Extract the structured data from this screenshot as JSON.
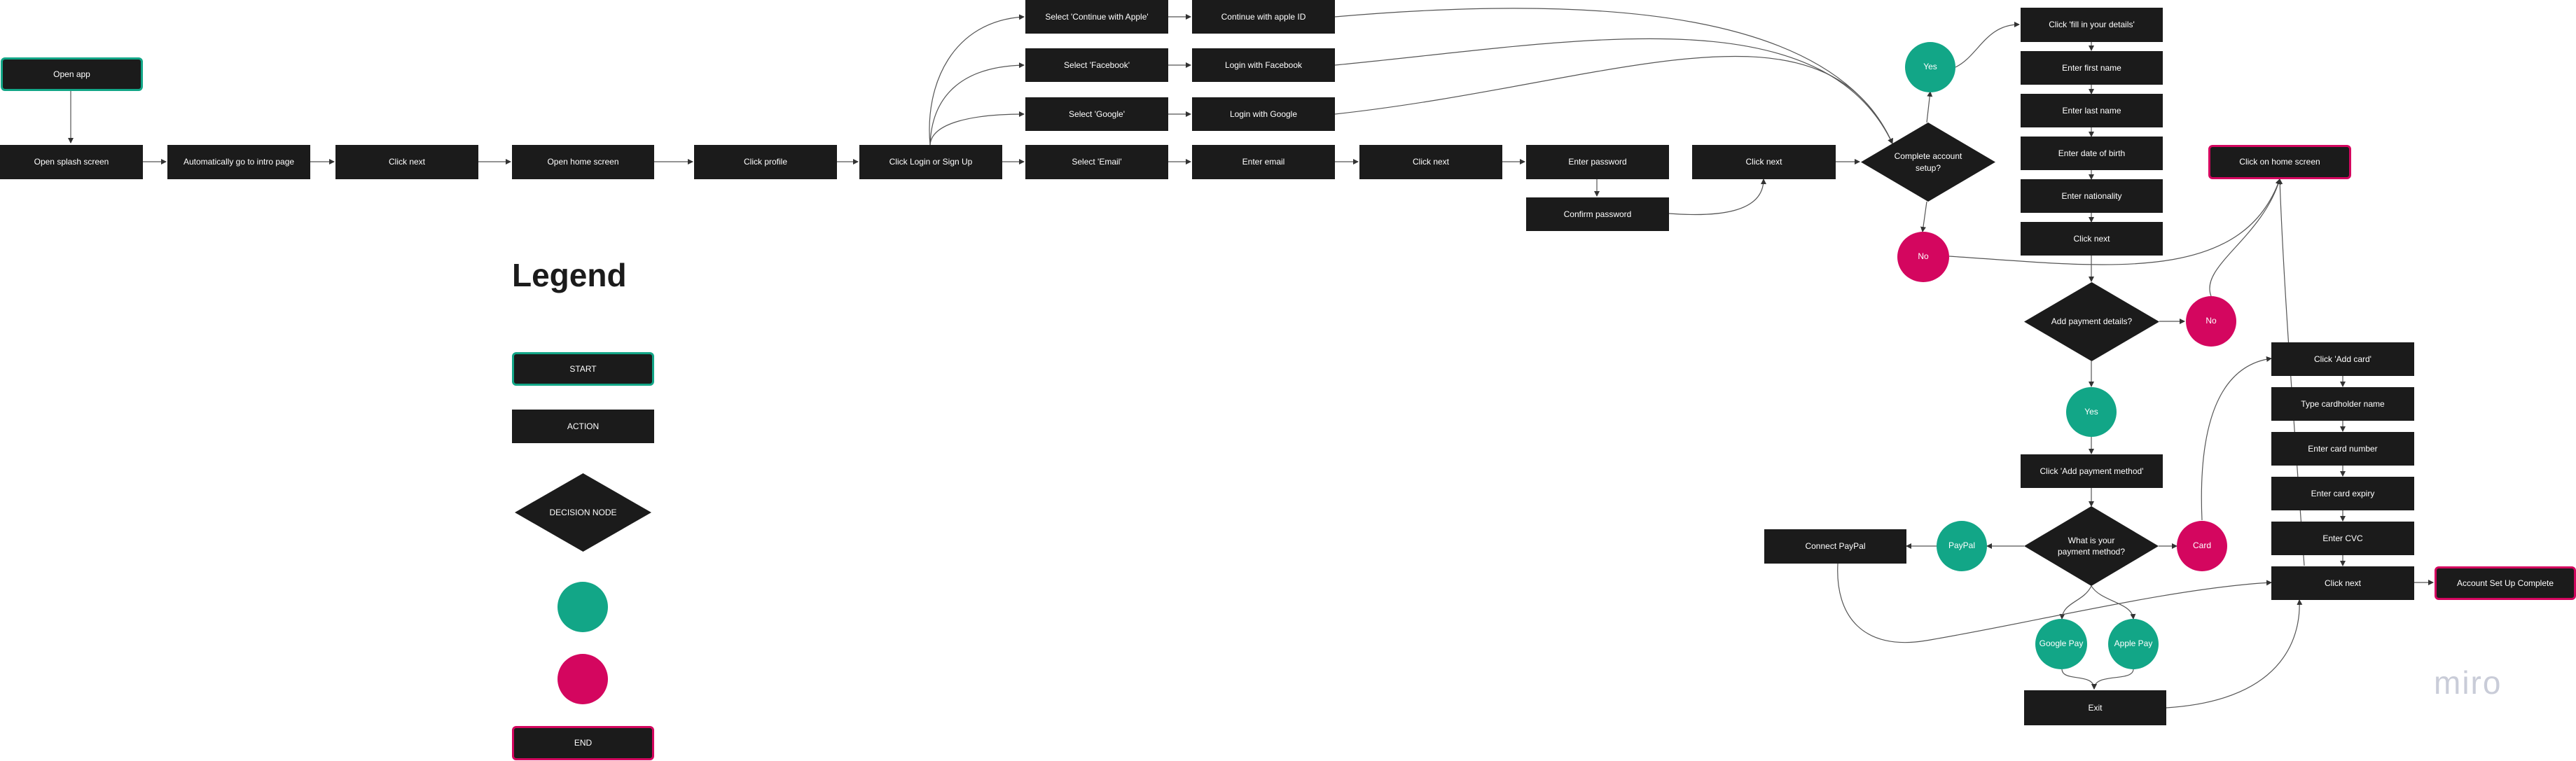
{
  "nodes": {
    "open_app": "Open app",
    "open_splash": "Open splash screen",
    "intro_page": "Automatically go to intro page",
    "click_next_1": "Click next",
    "open_home": "Open home screen",
    "click_profile": "Click profile",
    "click_login": "Click Login or Sign Up",
    "select_apple": "Select 'Continue with Apple'",
    "select_facebook": "Select 'Facebook'",
    "select_google": "Select 'Google'",
    "select_email": "Select 'Email'",
    "continue_apple": "Continue with apple ID",
    "login_facebook": "Login with Facebook",
    "login_google": "Login with Google",
    "enter_email": "Enter email",
    "click_next_2": "Click next",
    "enter_password": "Enter password",
    "confirm_password": "Confirm password",
    "click_next_3": "Click next",
    "complete_account": "Complete account setup?",
    "yes_1": "Yes",
    "no_1": "No",
    "fill_details": "Click 'fill in your details'",
    "first_name": "Enter first name",
    "last_name": "Enter last name",
    "dob": "Enter date of birth",
    "nationality": "Enter nationality",
    "click_next_4": "Click next",
    "home_screen_end": "Click on home screen",
    "add_payment": "Add payment details?",
    "no_2": "No",
    "yes_2": "Yes",
    "add_payment_method": "Click 'Add payment method'",
    "payment_method": "What is your payment method?",
    "paypal": "PayPal",
    "connect_paypal": "Connect PayPal",
    "card": "Card",
    "google_pay": "Google Pay",
    "apple_pay": "Apple Pay",
    "exit": "Exit",
    "add_card": "Click 'Add card'",
    "cardholder": "Type cardholder name",
    "card_number": "Enter card number",
    "card_expiry": "Enter card expiry",
    "cvc": "Enter CVC",
    "click_next_5": "Click next",
    "account_done": "Account Set Up Complete"
  },
  "legend": {
    "title": "Legend",
    "start": "START",
    "action": "ACTION",
    "decision": "DECISION NODE",
    "end": "END"
  },
  "brand": {
    "logo": "miro"
  },
  "colors": {
    "node": "#1b1b1b",
    "start_border": "#12a687",
    "end_border": "#d4065f",
    "yes": "#12a687",
    "no": "#d4065f"
  }
}
